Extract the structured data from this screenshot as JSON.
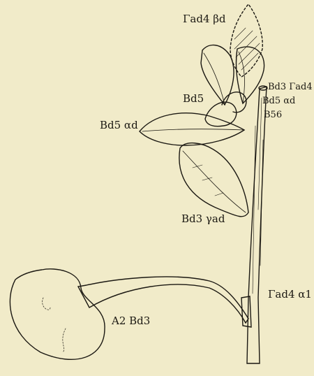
{
  "figure": {
    "background": "#f1ebc9",
    "ink": "#1b1812",
    "labels": {
      "apex": "Γad4 βd",
      "branch_right": "Bd3 Γad4",
      "branch_right_sub": "Bd5 αd",
      "node_b5": "Bd5",
      "node_b56": "B56",
      "leaf_left": "Bd5 αd",
      "leaf_lower": "Bd3 γad",
      "stem_node": "Γad4 α1",
      "cotyledon": "A2 Bd3"
    }
  }
}
